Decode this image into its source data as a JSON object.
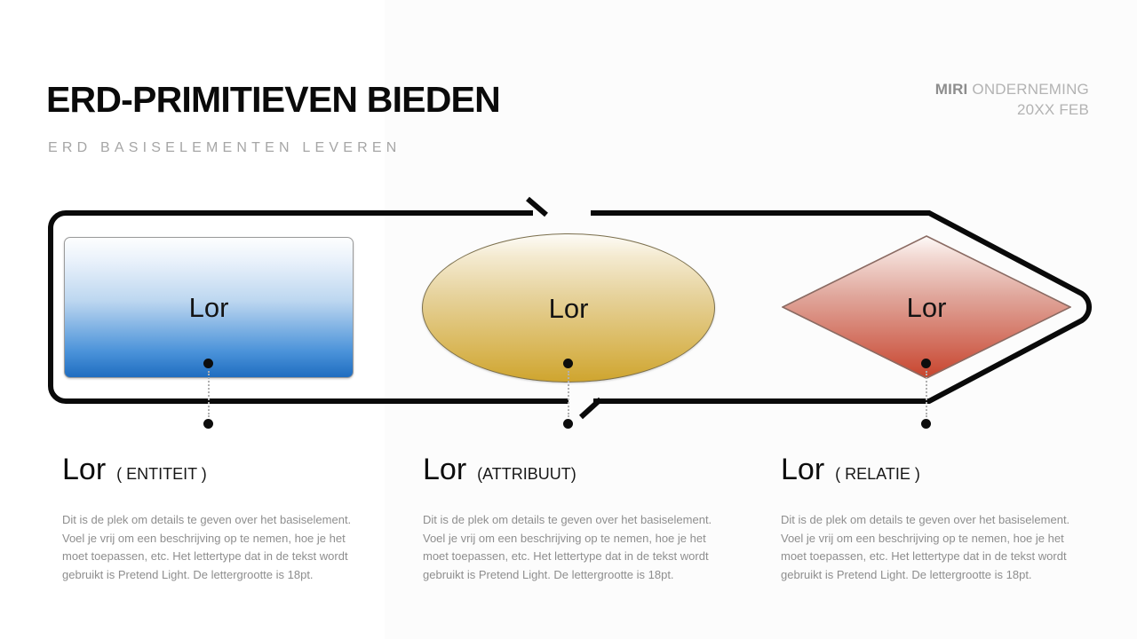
{
  "header": {
    "title": "ERD-PRIMITIEVEN BIEDEN",
    "subtitle": "ERD BASISELEMENTEN LEVEREN",
    "brand_strong": "MIRI",
    "brand_rest": " ONDERNEMING",
    "date": "20XX FEB"
  },
  "colors": {
    "entity_accent": "#1f6dc0",
    "attribute_accent": "#cfa52f",
    "relation_accent": "#c8432c",
    "outline": "#0a0a0a",
    "muted_text": "#8e8e8e",
    "subtitle_text": "#a6a6a6"
  },
  "diagram": {
    "shapes": [
      {
        "label": "Lor",
        "kind": "entity",
        "shape": "rounded-rectangle"
      },
      {
        "label": "Lor",
        "kind": "attribute",
        "shape": "ellipse"
      },
      {
        "label": "Lor",
        "kind": "relation",
        "shape": "diamond"
      }
    ]
  },
  "columns": [
    {
      "heading": "Lor",
      "tag": "( ENTITEIT )",
      "body": "Dit is de plek om details te geven over het basiselement. Voel je vrij om een beschrijving op te nemen, hoe je het moet toepassen, etc. Het lettertype dat in de tekst wordt gebruikt is Pretend Light. De lettergrootte is 18pt."
    },
    {
      "heading": "Lor",
      "tag": "(ATTRIBUUT)",
      "body": "Dit is de plek om details te geven over het basiselement. Voel je vrij om een beschrijving op te nemen, hoe je het moet toepassen, etc. Het lettertype dat in de tekst wordt gebruikt is Pretend Light. De lettergrootte is 18pt."
    },
    {
      "heading": "Lor",
      "tag": "( RELATIE )",
      "body": "Dit is de plek om details te geven over het basiselement. Voel je vrij om een beschrijving op te nemen, hoe je het moet toepassen, etc. Het lettertype dat in de tekst wordt gebruikt is Pretend Light. De lettergrootte is 18pt."
    }
  ]
}
